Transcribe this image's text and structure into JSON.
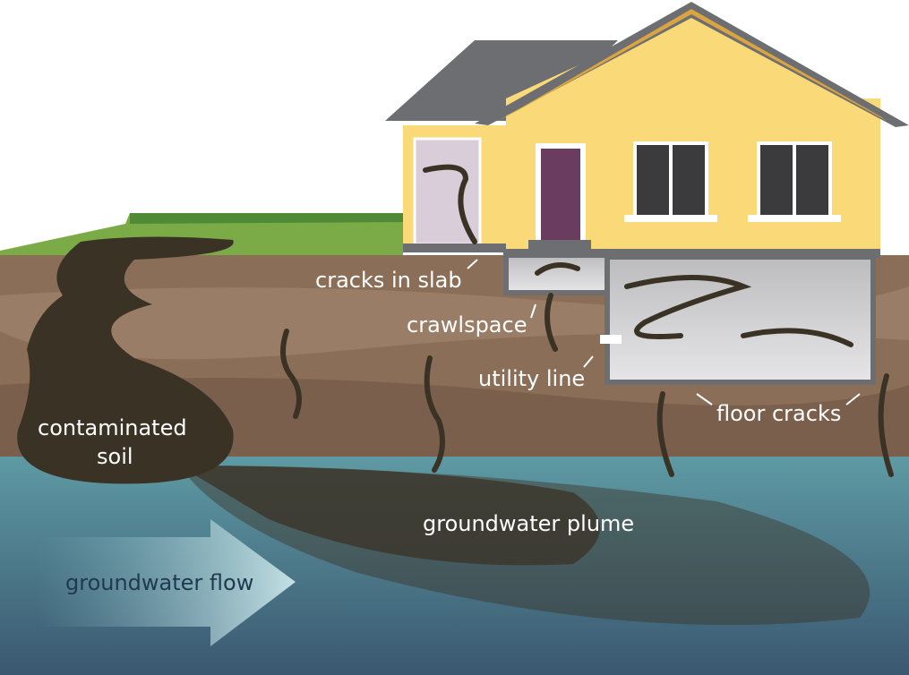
{
  "labels": {
    "cracks_in_slab": "cracks in slab",
    "crawlspace": "crawlspace",
    "utility_line": "utility line",
    "floor_cracks": "floor cracks",
    "contaminated_soil_1": "contaminated",
    "contaminated_soil_2": "soil",
    "groundwater_plume": "groundwater plume",
    "groundwater_flow": "groundwater flow"
  },
  "colors": {
    "house_wall": "#f9d978",
    "roof": "#6d6e71",
    "grass": "#7bab47",
    "soil": "#8a6e58",
    "water": "#4f8a96",
    "plume": "#3b3226"
  }
}
